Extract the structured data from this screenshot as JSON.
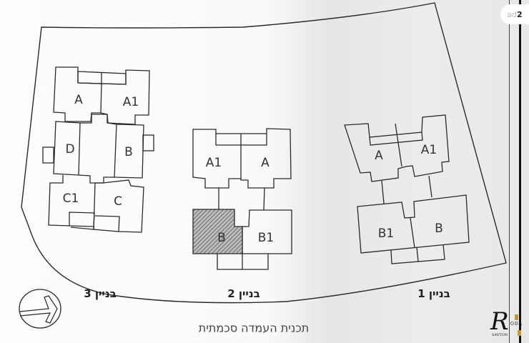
{
  "watermark": {
    "prefix": "ad",
    "number": "2"
  },
  "plan_title": "תכנית העמדה סכמתית",
  "north_arrow": {
    "icon": "north-arrow-icon",
    "direction": "right"
  },
  "buildings": [
    {
      "id": "building-3",
      "label": "בניין 3",
      "units": [
        "A",
        "A1",
        "D",
        "B",
        "C1",
        "C"
      ],
      "highlighted_unit": null
    },
    {
      "id": "building-2",
      "label": "בניין 2",
      "units": [
        "A1",
        "A",
        "B",
        "B1"
      ],
      "highlighted_unit": "B"
    },
    {
      "id": "building-1",
      "label": "בניין 1",
      "units": [
        "A",
        "A1",
        "B1",
        "B"
      ],
      "highlighted_unit": null
    }
  ],
  "logo": {
    "initial": "R",
    "text": "ODA",
    "subtext": "SAVTON"
  },
  "colors": {
    "line": "#2a2a2a",
    "highlight_hatch": "#555555",
    "logo_gold": "#c79a2e"
  }
}
